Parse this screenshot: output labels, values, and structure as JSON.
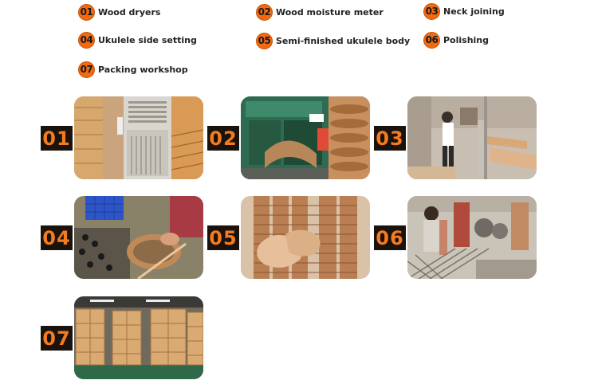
{
  "steps": [
    {
      "num": "01",
      "label": "Wood dryers",
      "badge": "01",
      "photo_icon": "wood-dryer-photo"
    },
    {
      "num": "02",
      "label": "Wood moisture meter",
      "badge": "02",
      "photo_icon": "moisture-meter-photo"
    },
    {
      "num": "03",
      "label": "Neck joining",
      "badge": "03",
      "photo_icon": "neck-joining-photo"
    },
    {
      "num": "04",
      "label": "Ukulele side setting",
      "badge": "04",
      "photo_icon": "side-setting-photo"
    },
    {
      "num": "05",
      "label": "Semi-finished ukulele body",
      "badge": "05",
      "photo_icon": "semi-finished-body-photo"
    },
    {
      "num": "06",
      "label": "Polishing",
      "badge": "06",
      "photo_icon": "polishing-photo"
    },
    {
      "num": "07",
      "label": "Packing workshop",
      "badge": "07",
      "photo_icon": "packing-workshop-photo"
    }
  ],
  "colors": {
    "accent": "#f26a10",
    "badge_bg": "#1a120c",
    "badge_text": "#f47b20"
  }
}
